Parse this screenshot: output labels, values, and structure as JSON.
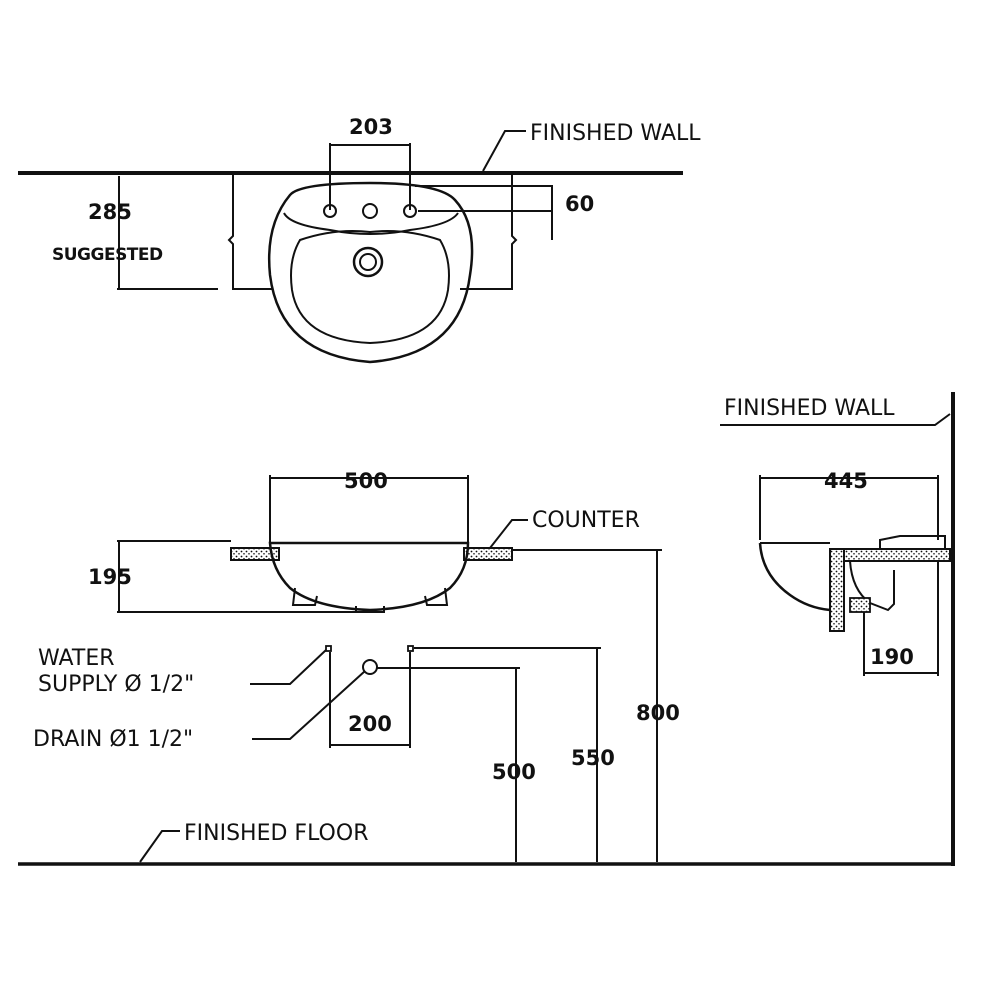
{
  "top_view": {
    "finished_wall": "FINISHED WALL",
    "dim_tap_spacing": "203",
    "dim_tap_offset": "60",
    "dim_mount_height": "285",
    "suggested": "SUGGESTED"
  },
  "front_view": {
    "dim_width": "500",
    "dim_height": "195",
    "counter": "COUNTER",
    "water_supply_line1": "WATER",
    "water_supply_line2": "SUPPLY Ø 1/2\"",
    "drain": "DRAIN Ø1 1/2\"",
    "dim_drain_offset": "200",
    "dim_drain_height": "500",
    "dim_supply_height": "550",
    "dim_counter_height": "800",
    "finished_floor": "FINISHED FLOOR"
  },
  "side_view": {
    "finished_wall": "FINISHED WALL",
    "dim_depth": "445",
    "dim_drain_from_wall": "190"
  }
}
